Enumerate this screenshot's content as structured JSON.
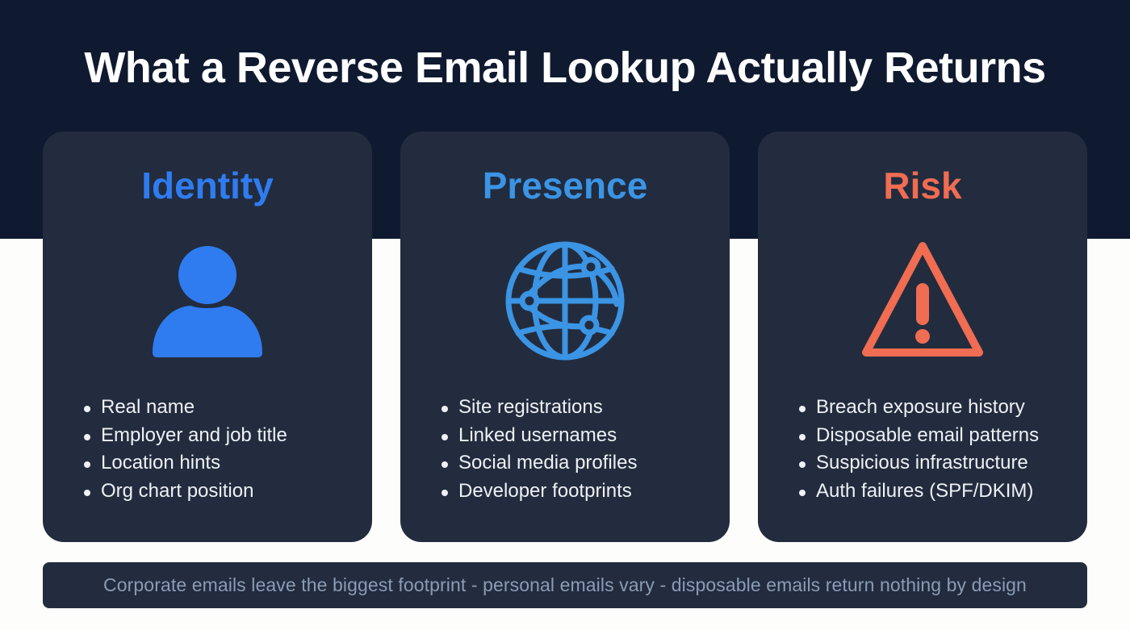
{
  "header": {
    "title": "What a Reverse Email Lookup Actually Returns"
  },
  "colors": {
    "header_bg": "#0f1a30",
    "page_bg": "#fdfdfb",
    "card_bg": "#222c3e",
    "identity_accent": "#2f7cf0",
    "presence_accent": "#3b94e4",
    "risk_accent": "#f06c52",
    "footer_text": "#8b9bb3"
  },
  "cards": [
    {
      "title": "Identity",
      "icon": "person-icon",
      "accent": "#2f7cf0",
      "items": [
        "Real name",
        "Employer and job title",
        "Location hints",
        "Org chart position"
      ]
    },
    {
      "title": "Presence",
      "icon": "globe-network-icon",
      "accent": "#3b94e4",
      "items": [
        "Site registrations",
        "Linked usernames",
        "Social media profiles",
        "Developer footprints"
      ]
    },
    {
      "title": "Risk",
      "icon": "warning-triangle-icon",
      "accent": "#f06c52",
      "items": [
        "Breach exposure history",
        "Disposable email patterns",
        "Suspicious infrastructure",
        "Auth failures (SPF/DKIM)"
      ]
    }
  ],
  "footer": {
    "text": "Corporate emails leave the biggest footprint - personal emails vary - disposable emails return nothing by design"
  }
}
